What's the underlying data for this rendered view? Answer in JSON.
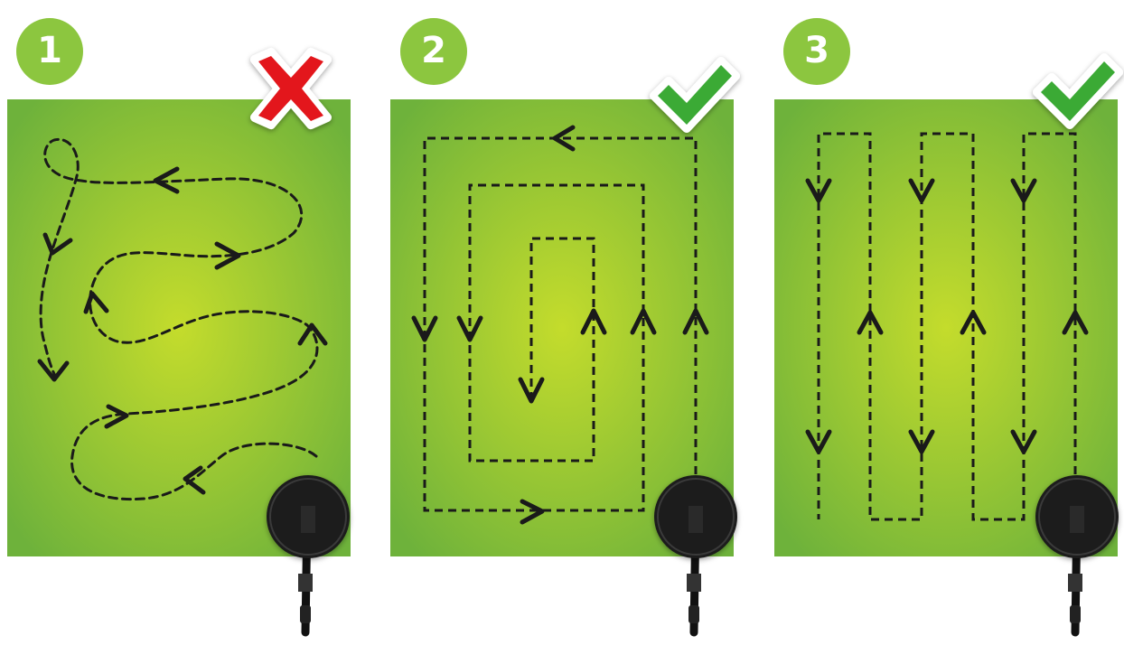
{
  "colors": {
    "badge": "#8cc63f",
    "field_center": "#c2db2c",
    "field_edge": "#6fb33b",
    "path": "#1a1a1a",
    "wrong_mark": "#e3191b",
    "right_mark": "#3aaa35",
    "detector": "#1c1c1c"
  },
  "panels": [
    {
      "step": "1",
      "pattern": "random-loops",
      "verdict": "wrong",
      "mark_icon": "red-x-icon"
    },
    {
      "step": "2",
      "pattern": "spiral-rectangles",
      "verdict": "correct",
      "mark_icon": "green-check-icon"
    },
    {
      "step": "3",
      "pattern": "parallel-lines",
      "verdict": "correct",
      "mark_icon": "green-check-icon"
    }
  ]
}
